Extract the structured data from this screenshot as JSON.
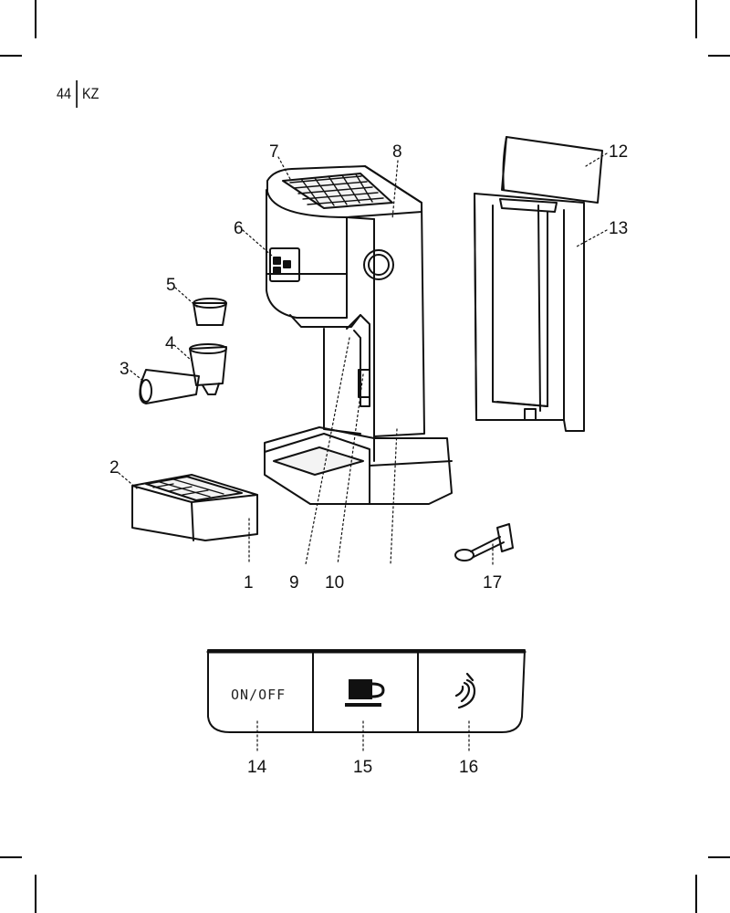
{
  "header": {
    "page_number": "44",
    "language": "KZ"
  },
  "callouts": {
    "c1": "1",
    "c2": "2",
    "c3": "3",
    "c4": "4",
    "c5": "5",
    "c6": "6",
    "c7": "7",
    "c8": "8",
    "c9": "9",
    "c10": "10",
    "c12": "12",
    "c13": "13",
    "c14": "14",
    "c15": "15",
    "c16": "16",
    "c17": "17"
  },
  "control_panel": {
    "power_label": "ON/OFF",
    "icons": [
      "coffee-cup-icon",
      "steam-icon"
    ]
  }
}
